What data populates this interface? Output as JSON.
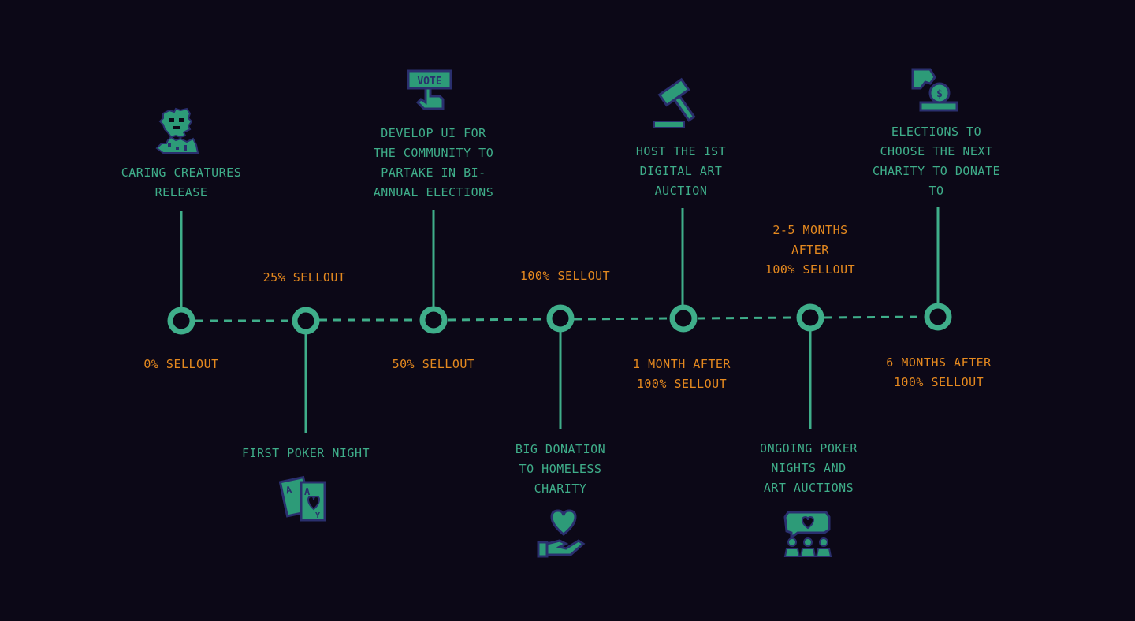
{
  "roadmap": {
    "milestones": [
      {
        "title": "CARING CREATURES\nRELEASE",
        "sellout": "0% SELLOUT",
        "icon": "creature-icon"
      },
      {
        "title": "FIRST POKER NIGHT",
        "sellout": "25% SELLOUT",
        "icon": "playing-cards-icon"
      },
      {
        "title": "DEVELOP UI FOR\nTHE COMMUNITY TO\nPARTAKE IN BI-\nANNUAL ELECTIONS",
        "sellout": "50% SELLOUT",
        "icon": "vote-icon"
      },
      {
        "title": "BIG DONATION\nTO HOMELESS\nCHARITY",
        "sellout": "100% SELLOUT",
        "icon": "heart-hand-icon"
      },
      {
        "title": "HOST THE 1ST\nDIGITAL ART\nAUCTION",
        "sellout": "1 MONTH AFTER\n100% SELLOUT",
        "icon": "gavel-icon"
      },
      {
        "title": "ONGOING POKER\nNIGHTS AND\nART AUCTIONS",
        "sellout": "2-5 MONTHS\nAFTER\n100% SELLOUT",
        "icon": "community-icon"
      },
      {
        "title": "ELECTIONS TO\nCHOOSE THE NEXT\nCHARITY TO DONATE\nTO",
        "sellout": "6 MONTHS AFTER\n100% SELLOUT",
        "icon": "donate-coin-icon"
      }
    ]
  },
  "icon_labels": {
    "vote": "VOTE"
  },
  "colors": {
    "background": "#0c0817",
    "teal": "#3fae8a",
    "orange": "#e5891f",
    "icon_fill": "#2d9b78",
    "icon_outline": "#2a2f6e"
  }
}
